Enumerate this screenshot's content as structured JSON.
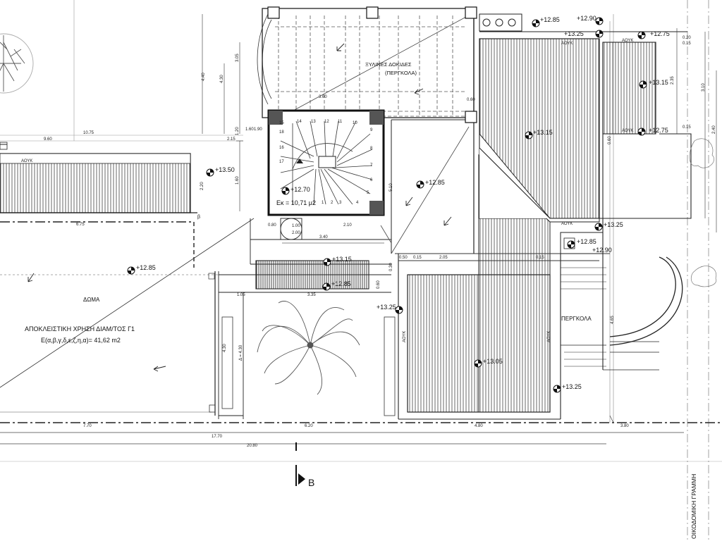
{
  "labels": {
    "pergola_top_1": "ΞΥΛΙΝΕΣ ΔΟΚΙΔΕΣ",
    "pergola_top_2": "(ΠΕΡΓΚΟΛΑ)",
    "pergola_right": "ΠΕΡΓΚΟΛΑ",
    "roof": "ΔΩΜΑ",
    "exclusive_1": "ΑΠΟΚΛΕΙΣΤΙΚΗ ΧΡΗΣΗ ΔΙΑΜ/ΤΟΣ Γ1",
    "exclusive_2": "Ε(α,β,γ,δ,ε,ζ,η,α)= 41,62 m2",
    "stair_area": "Εκ = 10,71 μ2",
    "building_line": "ΟΙΚΟΔΟΜΙΚΗ ΓΡΑΜΜΗ",
    "section_letter": "Β",
    "slope": "ΑΟΥΚ",
    "point_beta": "β"
  },
  "levels": {
    "l1": "+12.85",
    "l2": "+12.90",
    "l3": "+13.25",
    "l4": "+12.75",
    "l5": "+13.15",
    "l6": "+12.75",
    "l7": "+13.15",
    "l8": "+13.50",
    "l9": "+12.70",
    "l10": "+12.85",
    "l11": "+13.25",
    "l12": "+12.85",
    "l13": "+12.90",
    "l14": "+12.85",
    "l15": "+13.15",
    "l16": "+12.85",
    "l17": "+13.25",
    "l18": "+13.05",
    "l19": "+13.25"
  },
  "dims": {
    "d_9_60": "9.60",
    "d_10_75": "10.75",
    "d_2_15": "2.15",
    "d_6_75": "6.75",
    "d_3_60": "3.60",
    "d_4_40": "4.40",
    "d_4_30": "4.30",
    "d_3_05": "3.05",
    "d_1_20": "1.20",
    "d_1_60": "1.60",
    "d_1_90": "1.90",
    "d_2_20": "2.20",
    "d_0_80": "0.80",
    "d_2_10": "2.10",
    "d_3_40": "3.40",
    "d_1_00": "1.00",
    "d_2_00": "2.00",
    "d_1_05": "1.05",
    "d_3_35": "3.35",
    "d_2_05": "2.05",
    "d_0_15": "0.15",
    "d_0_30": "0.30",
    "d_0_50": "0.50",
    "d_0_60": "0.60",
    "d_4_65": "4.65",
    "d_4_30b": "4.30",
    "d_7_70": "7.70",
    "d_6_20": "6.20",
    "d_4_80": "4.80",
    "d_3_80": "3.80",
    "d_17_70": "17.70",
    "d_20_80": "20.80",
    "d_2_35": "2.35",
    "d_3_10": "3.10",
    "d_0_20": "0.20",
    "d_2_40": "2.40",
    "d_5_10": "5.10",
    "d_h_4_30": "Δ = 4.30"
  },
  "stairs": [
    "14",
    "13",
    "12",
    "11",
    "10",
    "9",
    "8",
    "7",
    "6",
    "5",
    "4",
    "3",
    "2",
    "1",
    "18",
    "17",
    "16",
    "15"
  ]
}
